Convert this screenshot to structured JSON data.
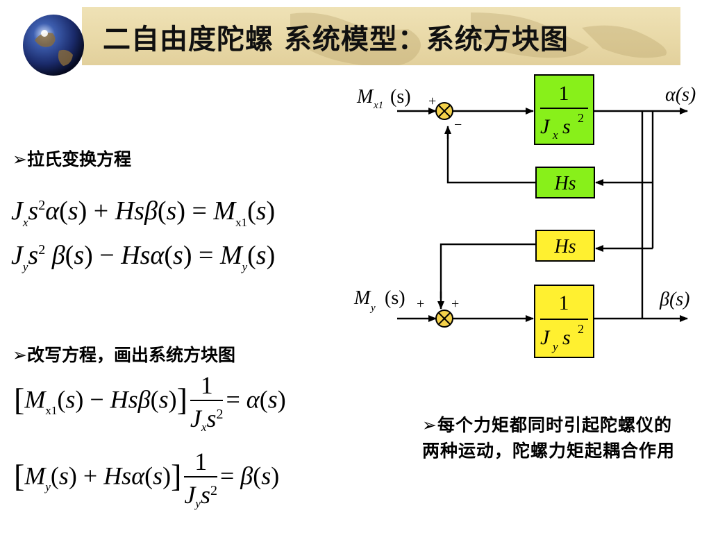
{
  "title": "二自由度陀螺 系统模型：系统方块图",
  "bullets": {
    "laplace": "拉氏变换方程",
    "rewrite": "改写方程，画出系统方块图"
  },
  "note": "每个力矩都同时引起陀螺仪的两种运动，陀螺力矩起耦合作用",
  "bullet_marker": "➢",
  "diagram": {
    "input_top": "M",
    "input_top_sub": "x1",
    "input_bottom": "M",
    "input_bottom_sub": "y",
    "arg_s": "(s)",
    "output_top": "α(s)",
    "output_bottom": "β(s)",
    "block_top_num": "1",
    "block_top_den": "J",
    "block_top_den_sub": "x",
    "block_bottom_num": "1",
    "block_bottom_den": "J",
    "block_bottom_den_sub": "y",
    "s2": "s",
    "sq": "2",
    "feedback": "Hs",
    "plus": "+",
    "minus": "−",
    "colors": {
      "green_block": "#88f01a",
      "yellow_block": "#fff030",
      "summer": "#f4d14a"
    }
  },
  "equations": {
    "eq1": "J_x s^2 α(s) + Hs β(s) = M_x1(s)",
    "eq2": "J_y s^2 β(s) − Hs α(s) = M_y(s)",
    "eq3": "[M_x1(s) − Hs β(s)] 1/(J_x s^2) = α(s)",
    "eq4": "[M_y(s) + Hs α(s)] 1/(J_y s^2) = β(s)"
  }
}
